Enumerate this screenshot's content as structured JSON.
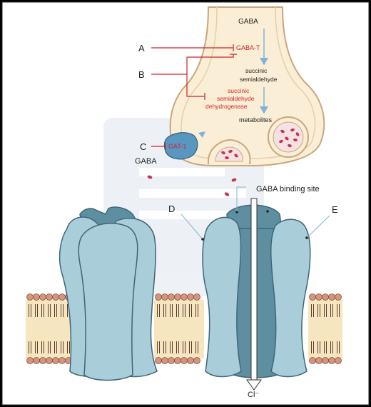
{
  "labels": {
    "gaba_top": "GABA",
    "gaba_t": "GABA-T",
    "succinic_semialdehyde_1": "succinic",
    "succinic_semialdehyde_2": "semialdehyde",
    "ssadh_1": "succinic",
    "ssadh_2": "semialdehyde",
    "ssadh_3": "dehydrogenase",
    "metabolites": "metabolites",
    "gat1": "GAT-1",
    "gaba_left": "GABA",
    "binding_site": "GABA binding site",
    "chloride": "Cl⁻"
  },
  "markers": {
    "a": "A",
    "b": "B",
    "c": "C",
    "d": "D",
    "e": "E"
  },
  "colors": {
    "background": "#000000",
    "panel": "#ffffff",
    "terminal_fill": "#fbeed6",
    "terminal_stroke": "#c9a77a",
    "enzyme_red": "#d0212b",
    "arrow_blue": "#7fb3d9",
    "receptor_light": "#a9cdd9",
    "receptor_dark": "#5e8fa0",
    "receptor_stroke": "#3e6678",
    "lipid_head": "#d4957e",
    "membrane_core": "#f5e6c0",
    "transporter": "#5a97c0",
    "vesicle_dot": "#c2364f"
  }
}
